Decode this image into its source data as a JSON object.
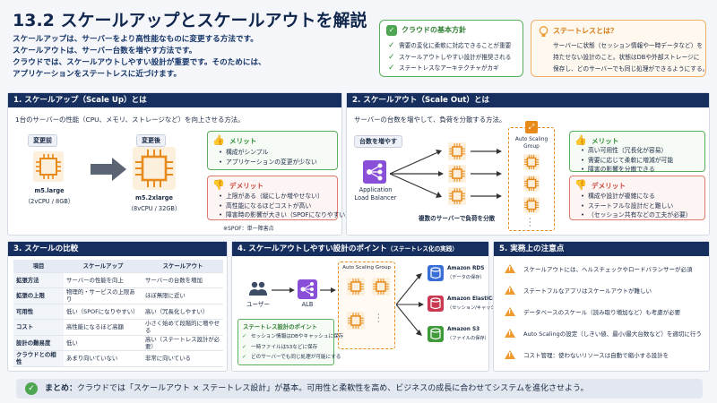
{
  "header": {
    "title": "13.2 スケールアップとスケールアウトを解説",
    "intro": [
      "スケールアップは、サーバーをより高性能なものに変更する方法です。",
      "スケールアウトは、サーバー台数を増やす方法です。",
      "クラウドでは、スケールアウトしやすい設計が重要です。そのためには、",
      "アプリケーションをステートレスに近づけます。"
    ]
  },
  "cloud_box": {
    "title": "クラウドの基本方針",
    "items": [
      "需要の変化に柔軟に対応できることが重要",
      "スケールアウトしやすい設計が推奨される",
      "ステートレスなアーキテクチャがカギ"
    ]
  },
  "stateless_box": {
    "title": "ステートレスとは？",
    "text": [
      "サーバーに状態（セッション情報や一時データなど）を",
      "持たせない設計のこと。状態はDBや外部ストレージに",
      "保存し、どのサーバーでも同じ処理ができるようにする。"
    ]
  },
  "sec1": {
    "heading": "1. スケールアップ（Scale Up）とは",
    "desc": "1台のサーバーの性能（CPU、メモリ、ストレージなど）を向上させる方法。",
    "before_label": "変更前",
    "after_label": "変更後",
    "before_name": "m5.large",
    "before_spec": "（2vCPU / 8GB）",
    "after_name": "m5.2xlarge",
    "after_spec": "（8vCPU / 32GB）",
    "merit_title": "メリット",
    "merits": [
      "構成がシンプル",
      "アプリケーションの変更が少ない"
    ],
    "demerit_title": "デメリット",
    "demerits": [
      "上限がある（縦にしか増やせない）",
      "高性能になるほどコストが高い",
      "障害時の影響が大きい（SPOFになりやすい）"
    ],
    "note": "※SPOF：単一障害点"
  },
  "sec2": {
    "heading": "2. スケールアウト（Scale Out）とは",
    "desc": "サーバーの台数を増やして、負荷を分散する方法。",
    "add_label": "台数を増やす",
    "lb_label_1": "Application",
    "lb_label_2": "Load Balancer",
    "multi_label": "複数のサーバーで負荷を分散",
    "asg_label_1": "Auto Scaling",
    "asg_label_2": "Group",
    "merit_title": "メリット",
    "merits": [
      "高い可用性（冗長化が容易）",
      "需要に応じて柔軟に増減が可能",
      "障害の影響を分散できる"
    ],
    "demerit_title": "デメリット",
    "demerits": [
      "構成や設計が複雑になる",
      "ステートフルな設計だと難しい",
      "（セッション共有などの工夫が必要）"
    ]
  },
  "sec3": {
    "heading": "3. スケールの比較",
    "columns": [
      "項目",
      "スケールアップ",
      "スケールアウト"
    ],
    "rows": [
      [
        "拡張方法",
        "サーバーの性能を向上",
        "サーバーの台数を増加"
      ],
      [
        "拡張の上限",
        "物理的・サービスの上限あり",
        "ほぼ無限に近い"
      ],
      [
        "可用性",
        "低い（SPOFになりやすい）",
        "高い（冗長化しやすい）"
      ],
      [
        "コスト",
        "高性能になるほど高額",
        "小さく始めて段階的に増やせる"
      ],
      [
        "設計の難易度",
        "低い",
        "高い（ステートレス設計が必要）"
      ],
      [
        "クラウドとの相性",
        "あまり向いていない",
        "非常に向いている"
      ]
    ]
  },
  "sec4": {
    "heading": "4. スケールアウトしやすい設計のポイント",
    "heading_sub": "（ステートレス化の実践）",
    "user_label": "ユーザー",
    "alb_label": "ALB",
    "asg_label": "Auto Scaling Group",
    "services": [
      {
        "name": "Amazon RDS",
        "sub": "（データの保存）",
        "color": "#3b6fd8"
      },
      {
        "name": "Amazon ElastiCache",
        "sub": "（セッション/キャッシュ）",
        "color": "#c93a52"
      },
      {
        "name": "Amazon S3",
        "sub": "（ファイルの保存）",
        "color": "#3f9a3a"
      }
    ],
    "points_title": "ステートレス設計のポイント",
    "points": [
      "セッション情報はDBやキャッシュに保存",
      "一時ファイルはS3などに保存",
      "どのサーバーでも同じ処理が可能にする"
    ]
  },
  "sec5": {
    "heading": "5. 実務上の注意点",
    "items": [
      "スケールアウトには、ヘルスチェックやロードバランサーが必須",
      "ステートフルなアプリはスケールアウトが難しい",
      "データベースのスケール（読み取り増加など）も考慮が必要",
      "Auto Scalingの設定（しきい値、最小/最大台数など）を適切に行う",
      "コスト管理：使わないリソースは自動で縮小する設計を"
    ]
  },
  "footer": {
    "lead": "まとめ：",
    "text": "クラウドでは「スケールアウト × ステートレス設計」が基本。可用性と柔軟性を高め、ビジネスの成長に合わせてシステムを進化させよう。"
  },
  "colors": {
    "navy": "#172f5e",
    "green": "#4fa652",
    "orange": "#ee9a2e",
    "red": "#e07a6e",
    "ec2_orange": "#e88a1a"
  }
}
